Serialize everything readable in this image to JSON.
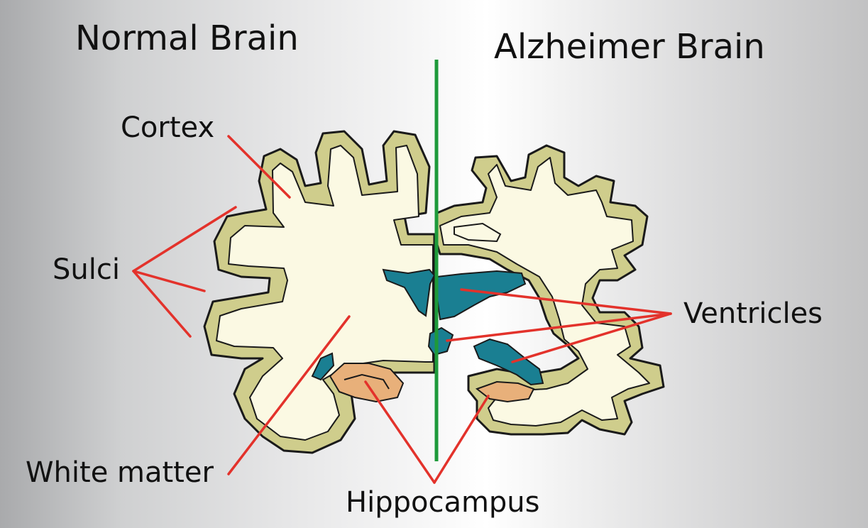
{
  "titles": {
    "normal": "Normal Brain",
    "alzheimer": "Alzheimer Brain"
  },
  "labels": {
    "cortex": "Cortex",
    "sulci": "Sulci",
    "ventricles": "Ventricles",
    "white_matter": "White matter",
    "hippocampus": "Hippocampus"
  },
  "colors": {
    "cortex_fill": "#cfcd8c",
    "white_matter_fill": "#fbf9e3",
    "ventricle_fill": "#1a7f92",
    "hippocampus_fill": "#e8b07a",
    "divider_line": "#1e9a3a",
    "leader_line": "#e3322b",
    "outline": "#1a1a1a"
  }
}
